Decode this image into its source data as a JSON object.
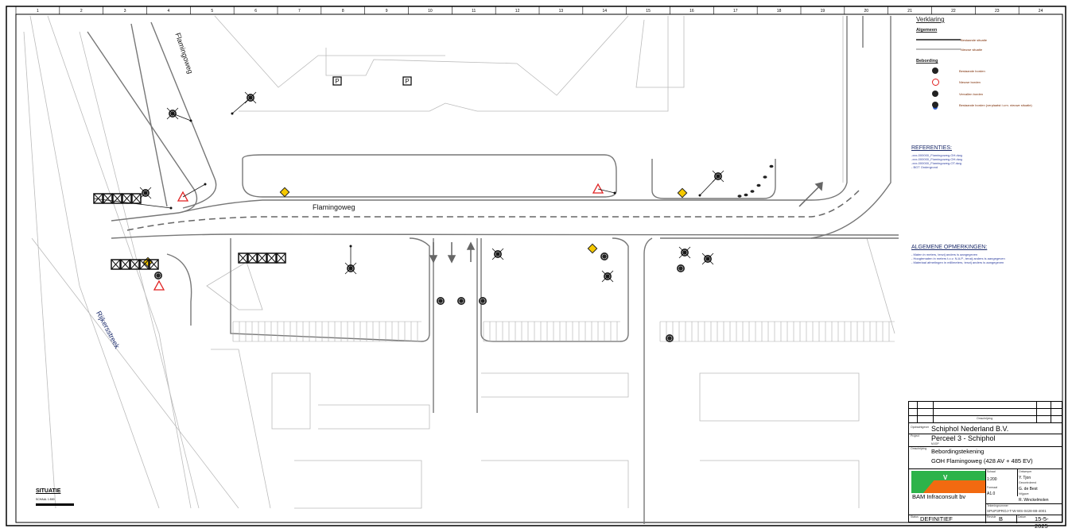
{
  "map": {
    "road_labels": [
      "Flamingoweg",
      "Flamingoweg",
      "Rijkersstreek"
    ],
    "ruler_top": [
      "1",
      "2",
      "3",
      "4",
      "5",
      "6",
      "7",
      "8",
      "9",
      "10",
      "11",
      "12",
      "13",
      "14",
      "15",
      "16",
      "17",
      "18",
      "19",
      "20",
      "21",
      "22",
      "23",
      "24"
    ],
    "situatie_title": "SITUATIE",
    "situatie_scale": "SCHAAL 1:500"
  },
  "legend": {
    "title": "Verklaring",
    "section_general": "Algemeen",
    "general_items": [
      "Bestaande situatie",
      "Nieuwe situatie"
    ],
    "section_signs": "Bebording",
    "sign_items": [
      "Bestaande borden",
      "Nieuwe borden",
      "Vervallen borden",
      "Bestaande borden (verplaatst i.v.m. nieuwe situatie)"
    ],
    "colors": {
      "existing": "#222222",
      "new": "#e02020",
      "removed": "#222222",
      "moved": "#3060d0"
    }
  },
  "references": {
    "title": "REFERENTIES:",
    "items": [
      "-xxx-000000_Flamingoweg-GH.dwg",
      "-xxx-000000_Flamingoweg-OH.dwg",
      "-xxx-000000_Flamingoweg-OT.dwg",
      "- BGT Ondergrond"
    ]
  },
  "remarks": {
    "title": "ALGEMENE OPMERKINGEN:",
    "items": [
      "- Maten in meters, tenzij anders is aangegeven",
      "- Hoogtematen in meters t.o.v. N.A.P., tenzij anders is aangegeven",
      "- Materiaal afmetingen in millimeters, tenzij anders is aangegeven"
    ]
  },
  "title_block": {
    "revision_header": "Omschrijving",
    "client_label": "Opdrachtgever",
    "client": "Schiphol Nederland B.V.",
    "project_label": "Project",
    "project": "Perceel 3 - Schiphol",
    "project_sub": "MJOP",
    "drawing_label": "Omschrijving",
    "drawing_title": "Bebordingstekening",
    "drawing_subtitle": "GOH Flamingoweg (428 AV + 485 EV)",
    "company": "BAM Infraconsult bv",
    "scale_label": "Schaal",
    "scale": "1:200",
    "format_label": "Formaat",
    "format": "A1.0",
    "designer_label": "Ontwerper",
    "designer": "Y. Tjon",
    "checker_label": "Gecontroleerd",
    "checker": "G. de Best",
    "approver_label": "Vrijgave",
    "approver": "R. Winckelmolen",
    "drawing_number_label": "Tekeningnummer",
    "drawing_number": "SPUP3PROJ-T-W-WS-0428-88-4001",
    "status_label": "Status",
    "status": "DEFINITIEF",
    "revision_label": "Revisie",
    "revision": "B",
    "date_label": "Datum",
    "date": "15-5-2025",
    "brand_colors": {
      "green": "#2db34a",
      "orange": "#f26a10"
    }
  }
}
